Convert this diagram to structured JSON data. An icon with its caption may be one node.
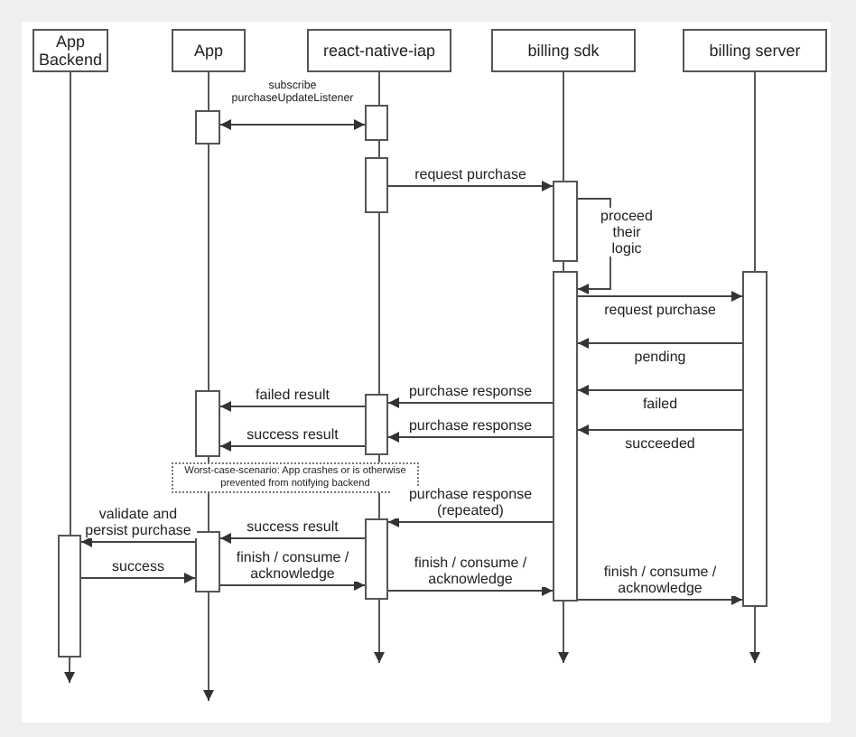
{
  "diagram": {
    "nodes": [
      {
        "text": [
          "App Backend"
        ]
      },
      {
        "text": [
          "App"
        ]
      },
      {
        "text": [
          "react-native-iap"
        ]
      },
      {
        "text": [
          "billing sdk"
        ]
      },
      {
        "text": [
          "billing server"
        ]
      },
      {
        "text": [],
        "shape": "bar"
      },
      {
        "text": [],
        "shape": "bar"
      },
      {
        "text": [],
        "shape": "bar"
      },
      {
        "text": [],
        "shape": "bar"
      },
      {
        "text": [],
        "shape": "bar"
      },
      {
        "text": [],
        "shape": "bar"
      },
      {
        "text": [],
        "shape": "bar"
      },
      {
        "text": [],
        "shape": "bar"
      },
      {
        "text": [
          "Worst-case-scenario: App crashes or is otherwise prevented from notifying backend"
        ]
      },
      {
        "text": [],
        "shape": "bar"
      },
      {
        "text": [],
        "shape": "bar"
      },
      {
        "text": [],
        "shape": "bar"
      }
    ],
    "edges": [
      {
        "from": 0,
        "to": 14,
        "arrow": "none"
      },
      {
        "from": 14,
        "to": null,
        "arrow": "to"
      },
      {
        "from": 1,
        "to": null,
        "arrow": "to"
      },
      {
        "from": 2,
        "to": null,
        "arrow": "to"
      },
      {
        "from": 3,
        "to": null,
        "arrow": "to"
      },
      {
        "from": 4,
        "to": null,
        "arrow": "to"
      },
      {
        "from": 5,
        "to": 6,
        "label": "subscribe purchaseUpdateListener",
        "arrow": "both"
      },
      {
        "from": 7,
        "to": 8,
        "label": "request purchase",
        "arrow": "to"
      },
      {
        "from": 8,
        "to": 9,
        "label": "proceed their logic",
        "arrow": "to"
      },
      {
        "from": 9,
        "to": 10,
        "label": "request purchase",
        "arrow": "to"
      },
      {
        "from": 10,
        "to": 9,
        "label": "pending",
        "arrow": "to"
      },
      {
        "from": 10,
        "to": 9,
        "label": "failed",
        "arrow": "to"
      },
      {
        "from": 10,
        "to": 9,
        "label": "succeeded",
        "arrow": "to"
      },
      {
        "from": 9,
        "to": 12,
        "label": "purchase response",
        "arrow": "to"
      },
      {
        "from": 9,
        "to": 12,
        "label": "purchase response",
        "arrow": "to"
      },
      {
        "from": 12,
        "to": 11,
        "label": "failed result",
        "arrow": "to"
      },
      {
        "from": 12,
        "to": 11,
        "label": "success result",
        "arrow": "to"
      },
      {
        "from": 9,
        "to": 16,
        "label": "purchase response (repeated)",
        "arrow": "to"
      },
      {
        "from": 16,
        "to": 15,
        "label": "success result",
        "arrow": "to"
      },
      {
        "from": 15,
        "to": 14,
        "label": "validate and persist purchase",
        "arrow": "to"
      },
      {
        "from": 14,
        "to": 15,
        "label": "success",
        "arrow": "to"
      },
      {
        "from": 15,
        "to": 16,
        "label": "finish / consume / acknowledge",
        "arrow": "to"
      },
      {
        "from": 16,
        "to": 9,
        "label": "finish / consume / acknowledge",
        "arrow": "to"
      },
      {
        "from": 9,
        "to": 10,
        "label": "finish / consume / acknowledge",
        "arrow": "to"
      }
    ]
  }
}
